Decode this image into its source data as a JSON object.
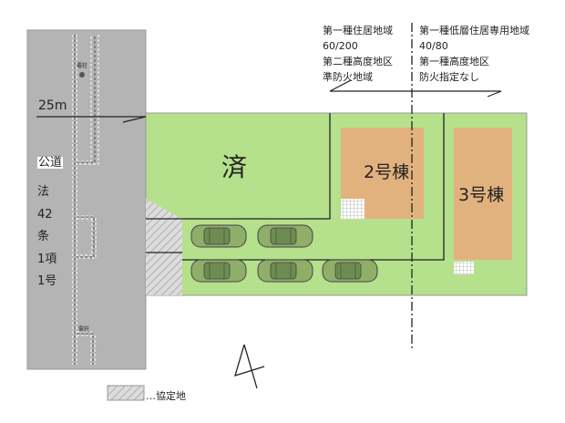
{
  "zoning": {
    "left": [
      "第一種住居地域",
      "60/200",
      "第二種高度地区",
      "準防火地域"
    ],
    "right": [
      "第一種低層住居専用地域",
      "40/80",
      "第一種高度地区",
      "防火指定なし"
    ]
  },
  "road": {
    "width_label": "25m",
    "type_label": "公道",
    "legal_lines": [
      "法",
      "42",
      "条",
      "1項",
      "1号"
    ],
    "pole_label_top": "電柱",
    "pole_label_bottom": "電柱"
  },
  "lots": {
    "sold": "済",
    "building2": "2号棟",
    "building3": "3号棟"
  },
  "legend": {
    "agreement_land": "…協定地"
  },
  "colors": {
    "road": "#b4b4b4",
    "lot": "#b5e08c",
    "building": "#e2b27e",
    "car": "#8fae6a"
  }
}
